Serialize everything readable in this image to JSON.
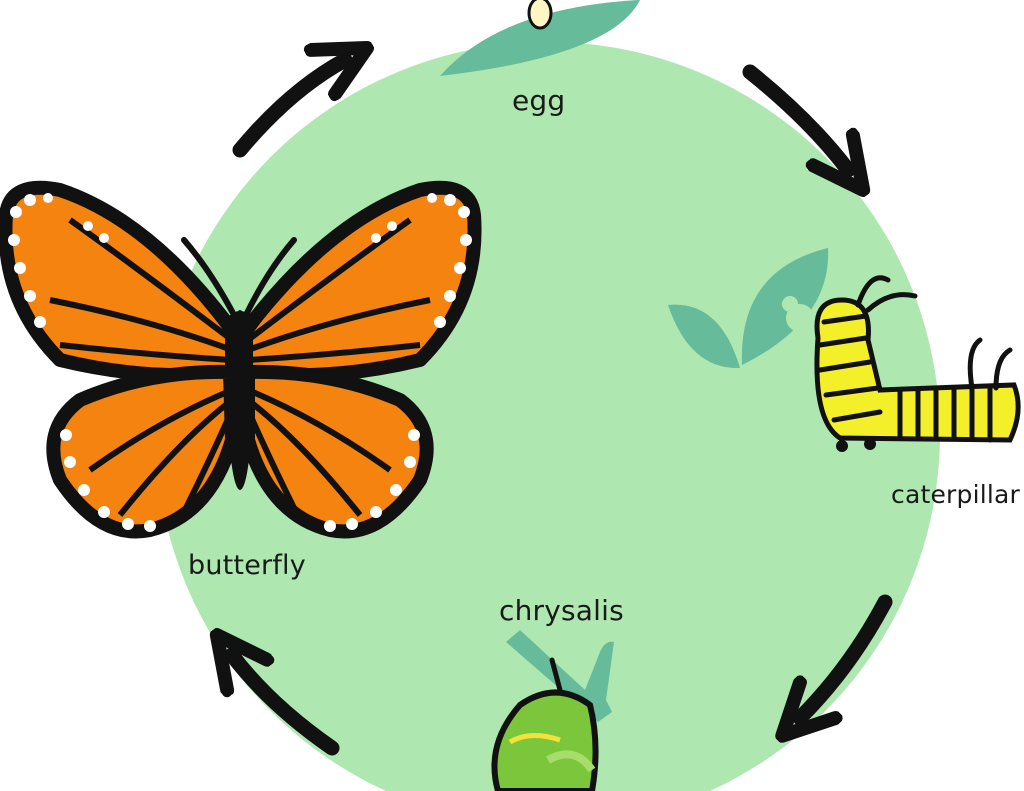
{
  "stages": {
    "egg": "egg",
    "caterpillar": "caterpillar",
    "chrysalis": "chrysalis",
    "butterfly": "butterfly"
  },
  "colors": {
    "cycle_background": "#aee8b0",
    "leaf": "#66bb9a",
    "arrow": "#111111",
    "wing_orange": "#f5830f",
    "caterpillar_yellow": "#f3f02a",
    "chrysalis_green": "#7cc63c"
  },
  "icons": [
    "egg-icon",
    "leaf-icon",
    "caterpillar-icon",
    "chrysalis-icon",
    "butterfly-icon",
    "cycle-arrow-icon"
  ]
}
